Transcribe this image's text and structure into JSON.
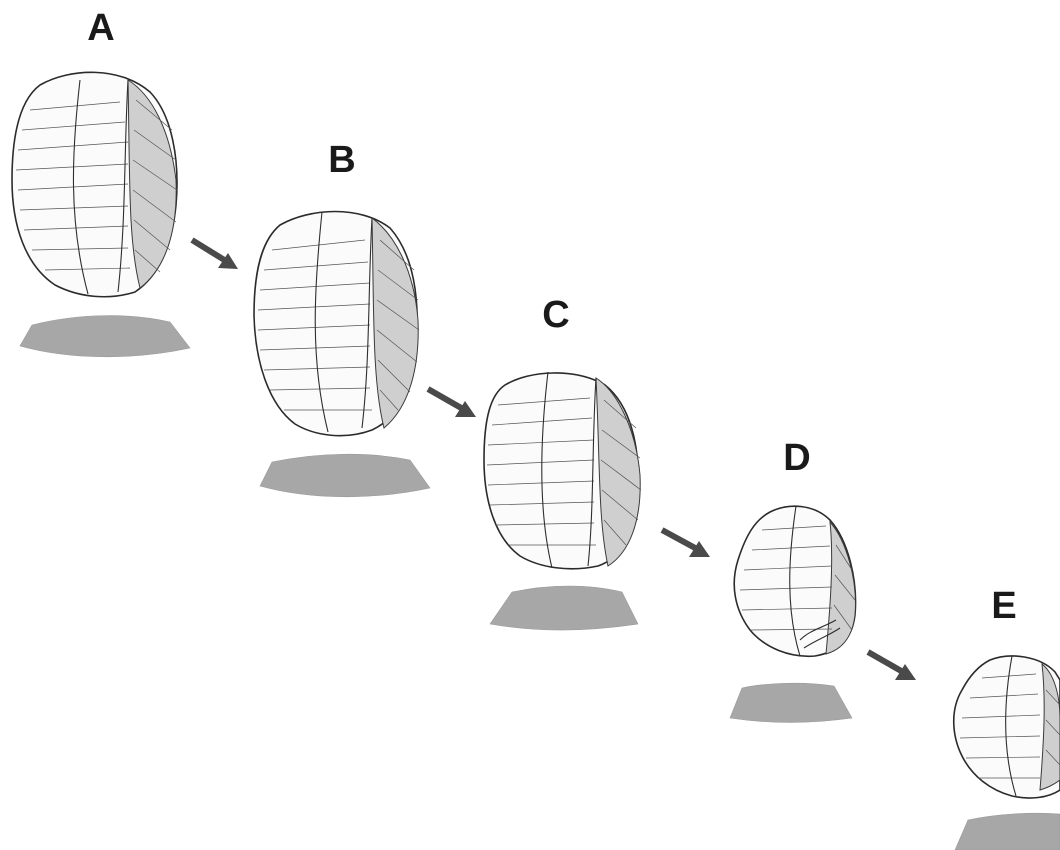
{
  "stages": [
    {
      "label": "A"
    },
    {
      "label": "B"
    },
    {
      "label": "C"
    },
    {
      "label": "D"
    },
    {
      "label": "E"
    }
  ],
  "colors": {
    "background": "#ffffff",
    "section_fill": "#a7a7a7",
    "arrow": "#4a4a4a",
    "label": "#1a1a1a"
  }
}
